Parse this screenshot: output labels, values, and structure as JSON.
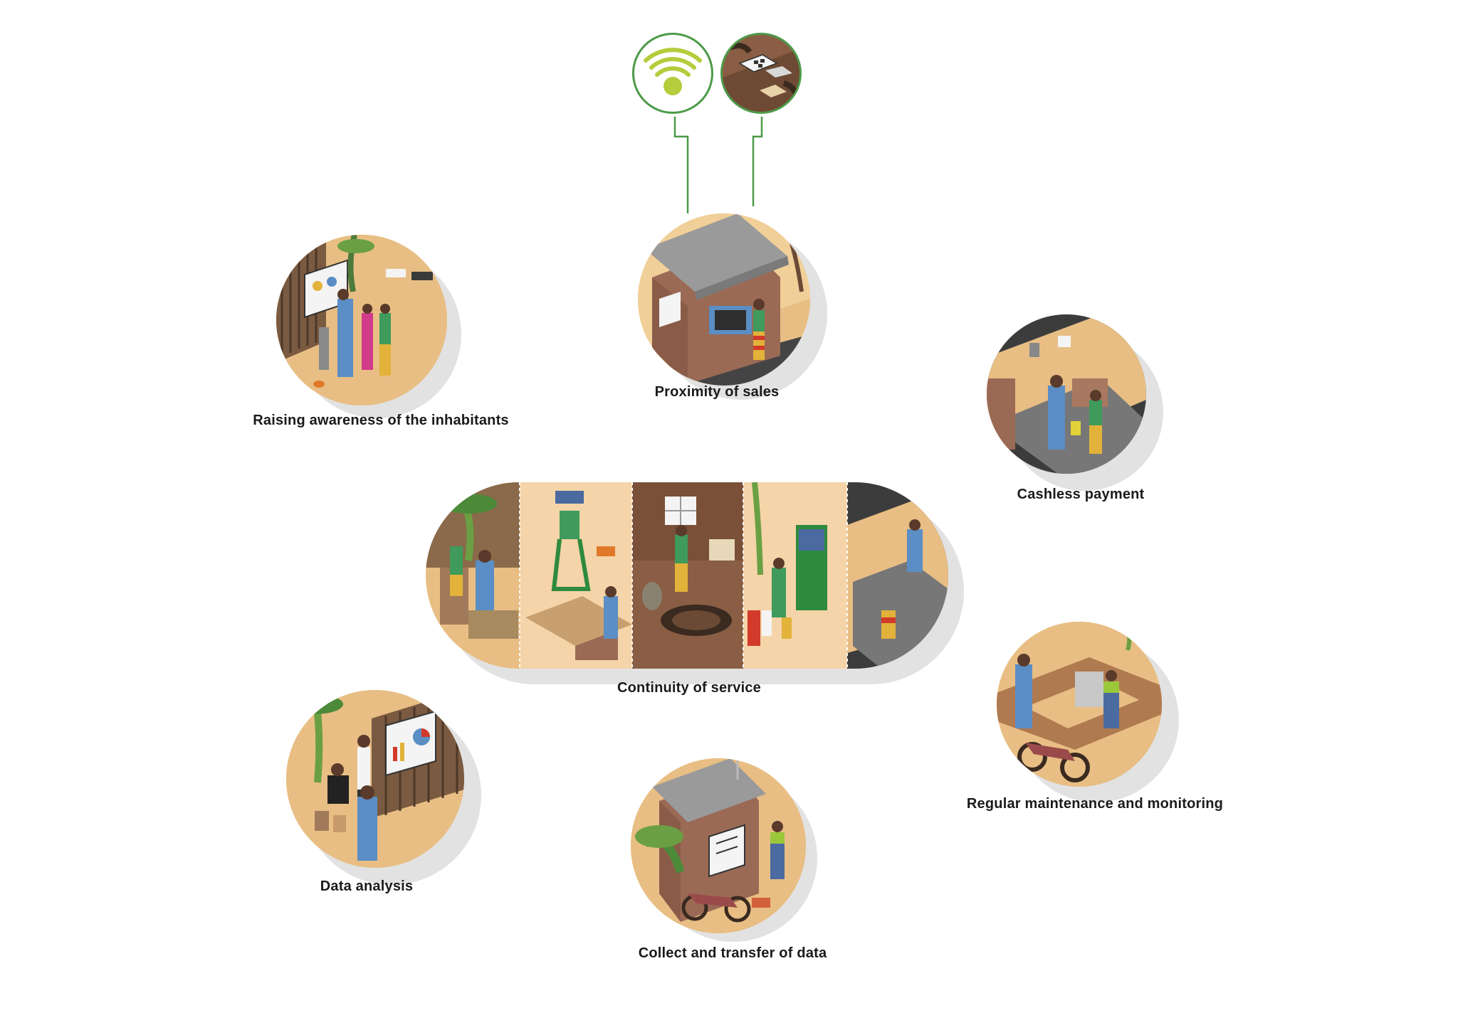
{
  "nodes": {
    "proximity": {
      "caption": "Proximity of sales"
    },
    "awareness": {
      "caption": "Raising awareness of the inhabitants"
    },
    "cashless": {
      "caption": "Cashless payment"
    },
    "continuity": {
      "caption": "Continuity of service"
    },
    "maintenance": {
      "caption": "Regular maintenance and monitoring"
    },
    "analysis": {
      "caption": "Data analysis"
    },
    "collect": {
      "caption": "Collect and transfer of data"
    }
  },
  "icons": {
    "wifi": "wifi-icon",
    "card": "card-terminal-icon"
  },
  "colors": {
    "accent_green": "#4c9a48",
    "wifi_lime": "#b5cc3c",
    "ground_sand": "#e8be84",
    "shadow_grey": "#e2e2e2"
  }
}
